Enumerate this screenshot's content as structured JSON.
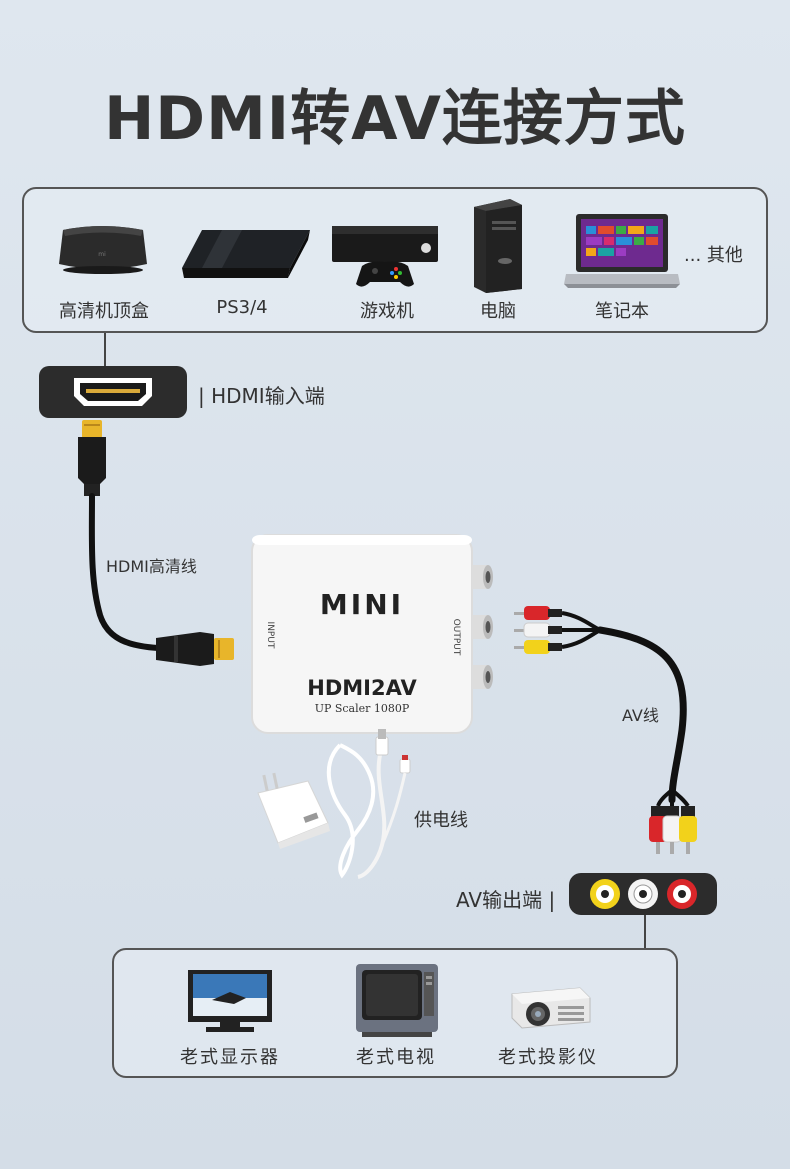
{
  "title": "HDMI转AV连接方式",
  "sources": {
    "items": [
      {
        "label": "高清机顶盒",
        "icon": "set-top-box-icon"
      },
      {
        "label": "PS3/4",
        "icon": "game-console-icon"
      },
      {
        "label": "游戏机",
        "icon": "xbox-console-icon"
      },
      {
        "label": "电脑",
        "icon": "desktop-tower-icon"
      },
      {
        "label": "笔记本",
        "icon": "laptop-icon"
      }
    ],
    "others": "... 其他"
  },
  "hdmi_input": {
    "label": "| HDMI输入端"
  },
  "hdmi_cable": {
    "label": "HDMI高清线"
  },
  "converter": {
    "brand": "MINI",
    "model": "HDMI2AV",
    "spec": "UP Scaler 1080P",
    "input_label": "INPUT",
    "output_label": "OUTPUT"
  },
  "av_cable": {
    "label": "AV线"
  },
  "power_cable": {
    "label": "供电线"
  },
  "av_output": {
    "label": "AV输出端 |"
  },
  "targets": {
    "items": [
      {
        "label": "老式显示器",
        "icon": "crt-monitor-icon"
      },
      {
        "label": "老式电视",
        "icon": "crt-tv-icon"
      },
      {
        "label": "老式投影仪",
        "icon": "projector-icon"
      }
    ]
  },
  "colors": {
    "background": "#d8e0ea",
    "text": "#333333",
    "rca_yellow": "#f2d21b",
    "rca_white": "#f4f4f4",
    "rca_red": "#d9262a",
    "hdmi_gold": "#e8b52a"
  }
}
